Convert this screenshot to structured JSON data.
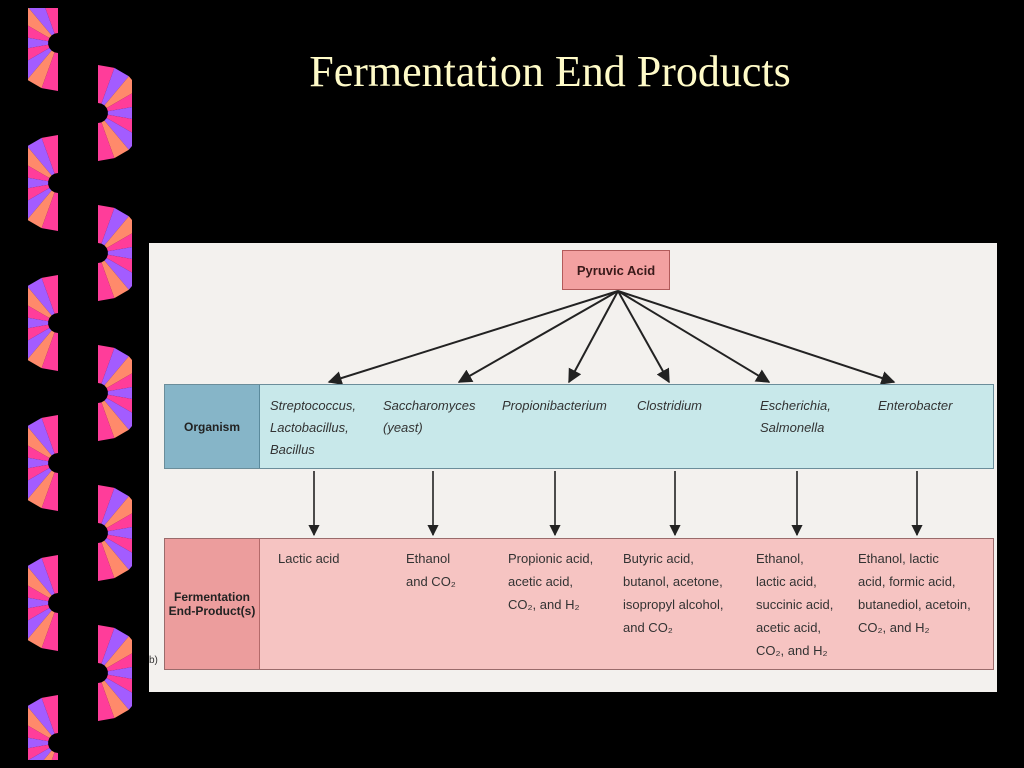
{
  "slide": {
    "title": "Fermentation End Products"
  },
  "colors": {
    "background": "#000000",
    "title": "#fffbc8",
    "ribbon_pink": "#ff3d9a",
    "ribbon_purple": "#a35cff",
    "ribbon_salmon": "#ff8a6b"
  },
  "diagram": {
    "root": "Pyruvic Acid",
    "organism_label": "Organism",
    "product_label_line1": "Fermentation",
    "product_label_line2": "End-Product(s)",
    "figure_letter": "b)",
    "organisms": [
      "Streptococcus,\nLactobacillus,\nBacillus",
      "Saccharomyces\n(yeast)",
      "Propionibacterium",
      "Clostridium",
      "Escherichia,\nSalmonella",
      "Enterobacter"
    ],
    "products": [
      [
        "Lactic acid"
      ],
      [
        "Ethanol",
        "and CO₂"
      ],
      [
        "Propionic acid,",
        "acetic acid,",
        "CO₂, and H₂"
      ],
      [
        "Butyric acid,",
        "butanol, acetone,",
        "isopropyl alcohol,",
        "and CO₂"
      ],
      [
        "Ethanol,",
        "lactic acid,",
        "succinic acid,",
        "acetic acid,",
        "CO₂, and H₂"
      ],
      [
        "Ethanol, lactic",
        "acid, formic acid,",
        "butanediol, acetoin,",
        "CO₂, and H₂"
      ]
    ]
  }
}
